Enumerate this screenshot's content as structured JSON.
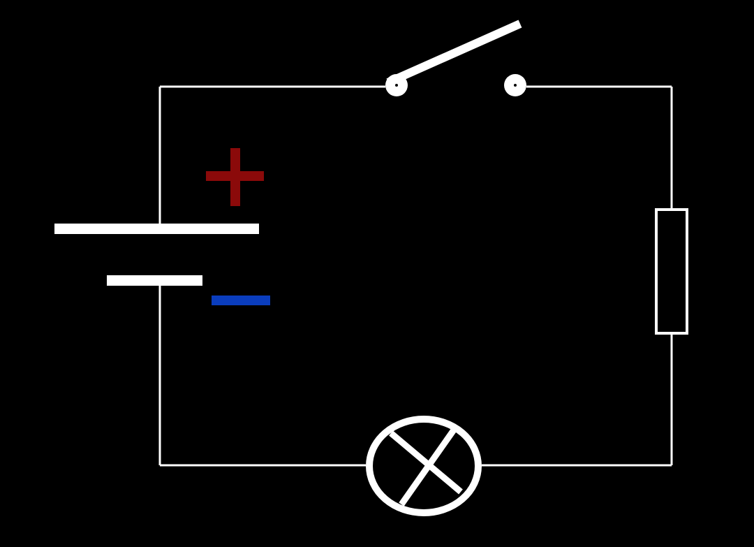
{
  "diagram": {
    "kind": "circuit-schematic",
    "components": [
      "battery",
      "switch",
      "resistor",
      "lamp"
    ],
    "switch_state": "open",
    "battery": {
      "positive_marker": {
        "symbol": "plus",
        "color": "#8b0a0a"
      },
      "negative_marker": {
        "symbol": "minus",
        "color": "#0a3dbd"
      }
    },
    "colors": {
      "background": "#000000",
      "wire": "#ffffff"
    }
  }
}
